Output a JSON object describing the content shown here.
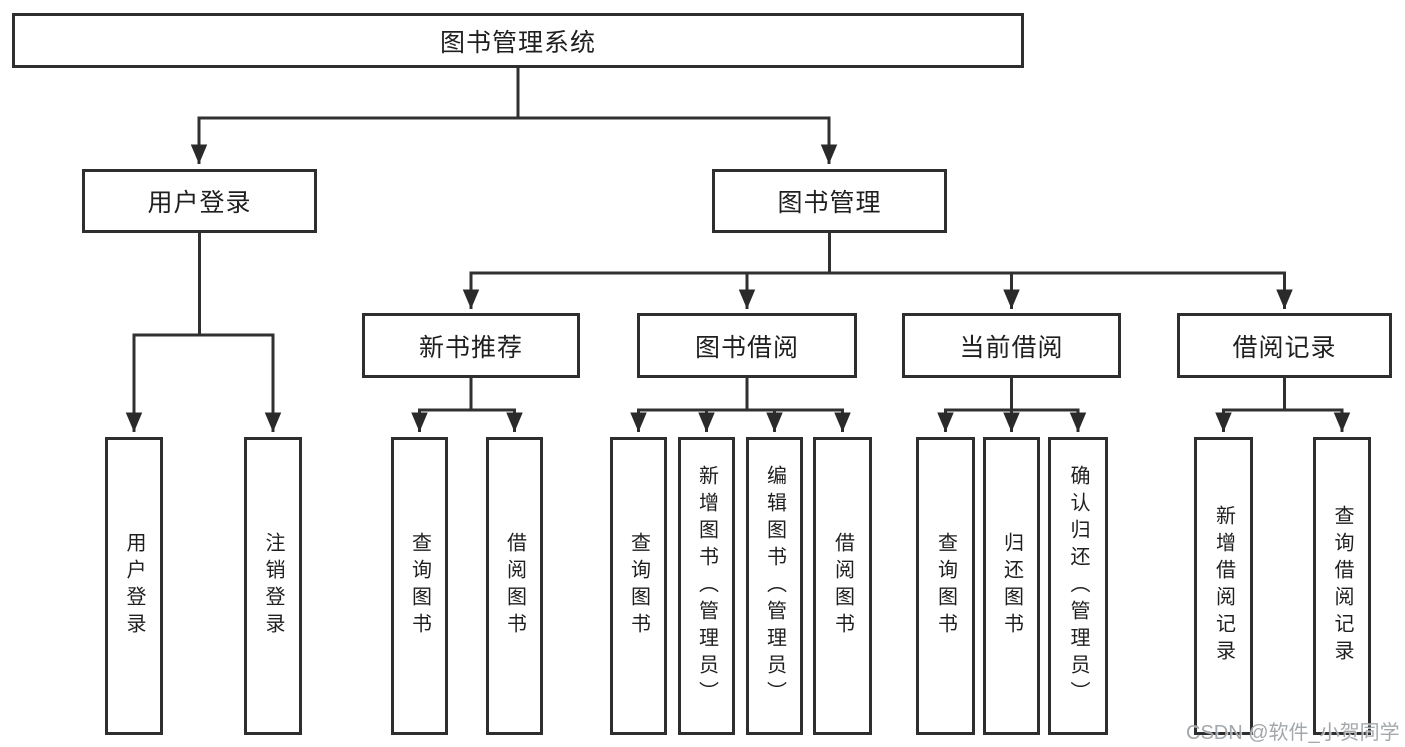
{
  "tree": {
    "root": {
      "label": "图书管理系统"
    },
    "branches": [
      {
        "label": "用户登录",
        "children": [
          {
            "label": "用户登录"
          },
          {
            "label": "注销登录"
          }
        ]
      },
      {
        "label": "图书管理",
        "children": [
          {
            "label": "新书推荐",
            "children": [
              {
                "label": "查询图书"
              },
              {
                "label": "借阅图书"
              }
            ]
          },
          {
            "label": "图书借阅",
            "children": [
              {
                "label": "查询图书"
              },
              {
                "label": "新增图书（管理员）"
              },
              {
                "label": "编辑图书（管理员）"
              },
              {
                "label": "借阅图书"
              }
            ]
          },
          {
            "label": "当前借阅",
            "children": [
              {
                "label": "查询图书"
              },
              {
                "label": "归还图书"
              },
              {
                "label": "确认归还（管理员）"
              }
            ]
          },
          {
            "label": "借阅记录",
            "children": [
              {
                "label": "新增借阅记录"
              },
              {
                "label": "查询借阅记录"
              }
            ]
          }
        ]
      }
    ]
  },
  "watermark": {
    "text": "CSDN @软件_小贺同学"
  },
  "colors": {
    "line": "#303030",
    "box_border": "#2e2e2e",
    "text": "#1f1f1f",
    "background": "#ffffff",
    "watermark": "#9ea3a8"
  }
}
